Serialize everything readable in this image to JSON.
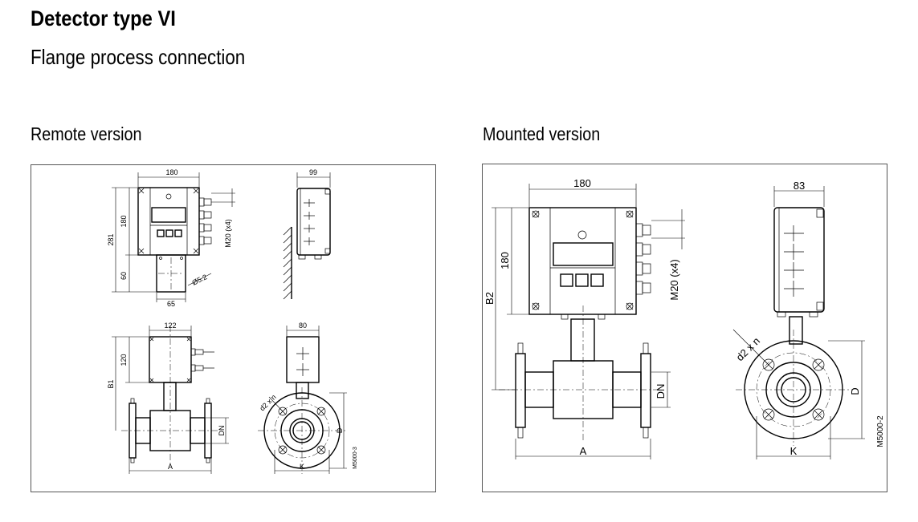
{
  "title": "Detector type VI",
  "subtitle": "Flange process connection",
  "remote": {
    "heading": "Remote version",
    "labels": {
      "w180": "180",
      "h180": "180",
      "h281": "281",
      "h60": "60",
      "w65": "65",
      "hole": "Ø5.2",
      "cable": "M20 (x4)",
      "w99": "99",
      "w122": "122",
      "h120": "120",
      "b1": "B1",
      "a": "A",
      "dn": "DN",
      "w80": "80",
      "d2n": "d2 x n",
      "d": "D",
      "k": "K",
      "code": "M5000-3"
    }
  },
  "mounted": {
    "heading": "Mounted version",
    "labels": {
      "w180": "180",
      "h180": "180",
      "b2": "B2",
      "cable": "M20 (x4)",
      "w83": "83",
      "a": "A",
      "dn": "DN",
      "d2n": "d2 x n",
      "d": "D",
      "k": "K",
      "code": "M5000-2"
    }
  }
}
